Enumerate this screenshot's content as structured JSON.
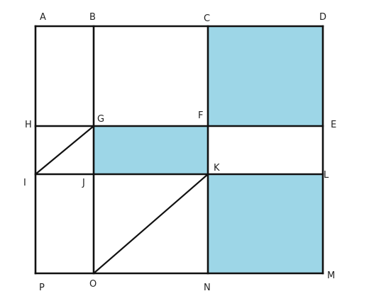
{
  "diagram": {
    "shade_color": "#9dd6e7",
    "line_color": "#111111",
    "shaded_regions": [
      "CDEF",
      "GFKJ",
      "KLMN"
    ],
    "points": {
      "A": "A",
      "B": "B",
      "C": "C",
      "D": "D",
      "E": "E",
      "F": "F",
      "G": "G",
      "H": "H",
      "I": "I",
      "J": "J",
      "K": "K",
      "L": "L",
      "M": "M",
      "N": "N",
      "O": "O",
      "P": "P"
    }
  }
}
